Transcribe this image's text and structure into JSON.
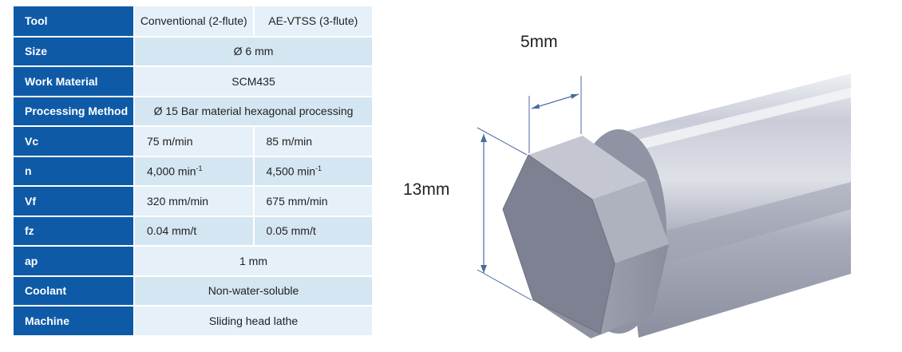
{
  "table": {
    "rows": [
      {
        "label": "Tool",
        "conv": "Conventional (2-flute)",
        "ae": "AE-VTSS (3-flute)"
      },
      {
        "label": "Size",
        "value": "Ø 6 mm"
      },
      {
        "label": "Work Material",
        "value": "SCM435"
      },
      {
        "label": "Processing Method",
        "value": "Ø 15 Bar material hexagonal processing"
      },
      {
        "label": "Vc",
        "conv": "75 m/min",
        "ae": "85 m/min"
      },
      {
        "label": "n",
        "conv": "4,000 min",
        "conv_sup": "-1",
        "ae": "4,500 min",
        "ae_sup": "-1"
      },
      {
        "label": "Vf",
        "conv": "320 mm/min",
        "ae": "675 mm/min"
      },
      {
        "label": "fz",
        "conv": "0.04 mm/t",
        "ae": "0.05 mm/t"
      },
      {
        "label": "ap",
        "value": "1 mm"
      },
      {
        "label": "Coolant",
        "value": "Non-water-soluble"
      },
      {
        "label": "Machine",
        "value": "Sliding head lathe"
      }
    ]
  },
  "diagram": {
    "width_label": "5mm",
    "height_label": "13mm"
  },
  "colors": {
    "header_blue": "#0e5aa7",
    "cell_light": "#e6f0f8",
    "cell_alt": "#d4e6f2"
  }
}
